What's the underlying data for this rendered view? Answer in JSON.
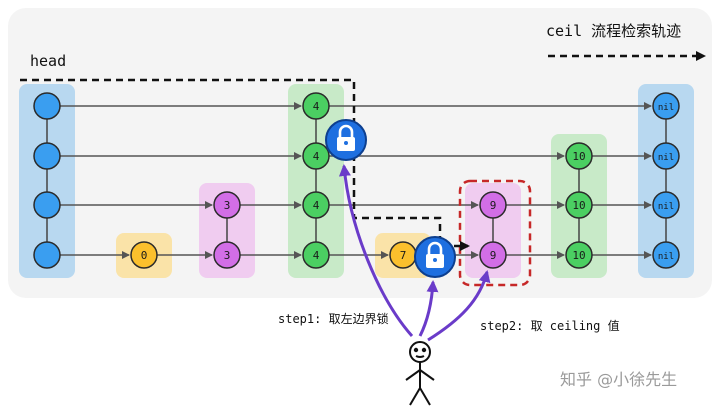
{
  "labels": {
    "head": "head",
    "legend": "ceil 流程检索轨迹",
    "step1": "step1: 取左边界锁",
    "step2": "step2: 取 ceiling 值",
    "watermark": "知乎 @小徐先生"
  },
  "columns": [
    {
      "id": "head",
      "fill": "#b8d8f0",
      "node_color": "#3a9ef0",
      "node_labels": [
        "",
        "",
        "",
        ""
      ]
    },
    {
      "id": "c0",
      "fill": "#fae3a8",
      "node_color": "#fbc02d",
      "node_labels": [
        "0"
      ]
    },
    {
      "id": "c3",
      "fill": "#f0ccf0",
      "node_color": "#d26ee6",
      "node_labels": [
        "3",
        "3"
      ]
    },
    {
      "id": "c4",
      "fill": "#c8eac8",
      "node_color": "#4bcf62",
      "node_labels": [
        "4",
        "4",
        "4",
        "4"
      ]
    },
    {
      "id": "c7",
      "fill": "#fae3a8",
      "node_color": "#fbc02d",
      "node_labels": [
        "7"
      ]
    },
    {
      "id": "c9",
      "fill": "#f0ccf0",
      "node_color": "#d26ee6",
      "node_labels": [
        "9",
        "9"
      ]
    },
    {
      "id": "c10",
      "fill": "#c8eac8",
      "node_color": "#4bcf62",
      "node_labels": [
        "10",
        "10",
        "10"
      ]
    },
    {
      "id": "nil",
      "fill": "#b8d8f0",
      "node_color": "#3a9ef0",
      "node_labels": [
        "nil",
        "nil",
        "nil",
        "nil"
      ]
    }
  ],
  "colors": {
    "panel": "#f4f4f4",
    "lock": "#1e6fe0",
    "arrow_purple": "#6a3bc9",
    "highlight_dash": "#c62828",
    "search_path": "#111111"
  },
  "icons": [
    "lock-icon",
    "lock-icon",
    "stick-figure-icon"
  ]
}
